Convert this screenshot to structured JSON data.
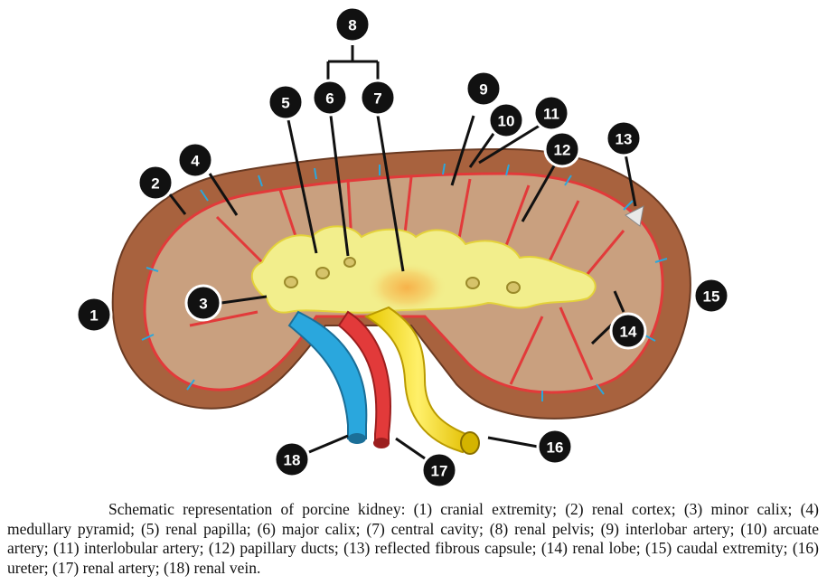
{
  "diagram": {
    "markers": [
      {
        "id": "marker-1",
        "label": "1"
      },
      {
        "id": "marker-2",
        "label": "2"
      },
      {
        "id": "marker-3",
        "label": "3"
      },
      {
        "id": "marker-4",
        "label": "4"
      },
      {
        "id": "marker-5",
        "label": "5"
      },
      {
        "id": "marker-6",
        "label": "6"
      },
      {
        "id": "marker-7",
        "label": "7"
      },
      {
        "id": "marker-8",
        "label": "8"
      },
      {
        "id": "marker-9",
        "label": "9"
      },
      {
        "id": "marker-10",
        "label": "10"
      },
      {
        "id": "marker-11",
        "label": "11"
      },
      {
        "id": "marker-12",
        "label": "12"
      },
      {
        "id": "marker-13",
        "label": "13"
      },
      {
        "id": "marker-14",
        "label": "14"
      },
      {
        "id": "marker-15",
        "label": "15"
      },
      {
        "id": "marker-16",
        "label": "16"
      },
      {
        "id": "marker-17",
        "label": "17"
      },
      {
        "id": "marker-18",
        "label": "18"
      }
    ],
    "colors": {
      "cortex": "#a8623e",
      "medulla": "#c9a07f",
      "calix": "#f2ee8c",
      "artery": "#e23a3a",
      "vein": "#2aa7dd",
      "ureter": "#f6e020"
    }
  },
  "caption": "Schematic representation of porcine kidney: (1) cranial extremity; (2) renal cortex; (3) minor calix; (4) medullary pyramid; (5) renal papilla; (6) major calix; (7) central cavity; (8) renal pelvis; (9) interlobar artery; (10) arcuate artery; (11) interlobular artery; (12) papillary ducts; (13) reflected fibrous capsule; (14) renal lobe; (15) caudal extremity; (16) ureter; (17) renal artery; (18) renal vein."
}
